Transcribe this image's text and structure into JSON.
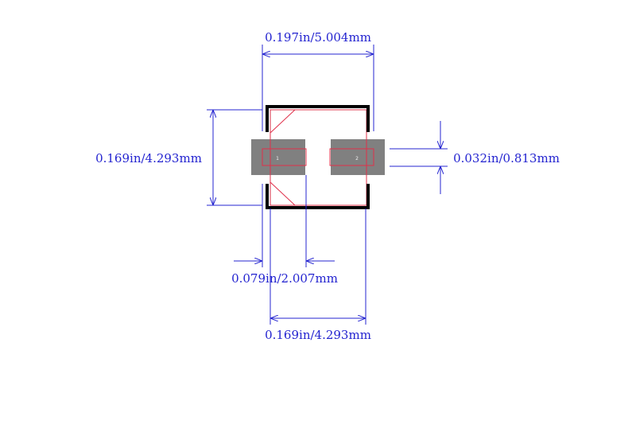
{
  "dimensions": {
    "top_width": "0.197in/5.004mm",
    "left_height": "0.169in/4.293mm",
    "right_pad_height": "0.032in/0.813mm",
    "pad_length": "0.079in/2.007mm",
    "bottom_width": "0.169in/4.293mm"
  },
  "pads": {
    "pad1_label": "1",
    "pad2_label": "2"
  },
  "colors": {
    "dimension": "#2424d0",
    "silkscreen": "#000000",
    "pad": "#808080",
    "courtyard": "#e0304a"
  }
}
